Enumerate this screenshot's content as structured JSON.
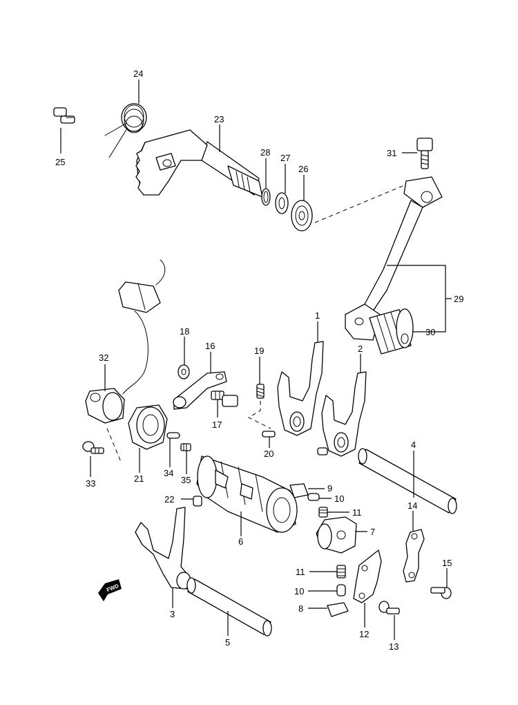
{
  "diagram": {
    "fwd_label": "FWD",
    "callouts": [
      {
        "id": "1",
        "text": "1"
      },
      {
        "id": "2",
        "text": "2"
      },
      {
        "id": "3",
        "text": "3"
      },
      {
        "id": "4",
        "text": "4"
      },
      {
        "id": "5",
        "text": "5"
      },
      {
        "id": "6",
        "text": "6"
      },
      {
        "id": "7",
        "text": "7"
      },
      {
        "id": "8",
        "text": "8"
      },
      {
        "id": "9",
        "text": "9"
      },
      {
        "id": "10a",
        "text": "10"
      },
      {
        "id": "10b",
        "text": "10"
      },
      {
        "id": "11a",
        "text": "11"
      },
      {
        "id": "11b",
        "text": "11"
      },
      {
        "id": "12",
        "text": "12"
      },
      {
        "id": "13",
        "text": "13"
      },
      {
        "id": "14",
        "text": "14"
      },
      {
        "id": "15",
        "text": "15"
      },
      {
        "id": "16",
        "text": "16"
      },
      {
        "id": "17",
        "text": "17"
      },
      {
        "id": "18",
        "text": "18"
      },
      {
        "id": "19",
        "text": "19"
      },
      {
        "id": "20",
        "text": "20"
      },
      {
        "id": "21",
        "text": "21"
      },
      {
        "id": "22",
        "text": "22"
      },
      {
        "id": "23",
        "text": "23"
      },
      {
        "id": "24",
        "text": "24"
      },
      {
        "id": "25",
        "text": "25"
      },
      {
        "id": "26",
        "text": "26"
      },
      {
        "id": "27",
        "text": "27"
      },
      {
        "id": "28",
        "text": "28"
      },
      {
        "id": "29",
        "text": "29"
      },
      {
        "id": "30",
        "text": "30"
      },
      {
        "id": "31",
        "text": "31"
      },
      {
        "id": "32",
        "text": "32"
      },
      {
        "id": "33",
        "text": "33"
      },
      {
        "id": "34",
        "text": "34"
      },
      {
        "id": "35",
        "text": "35"
      }
    ]
  }
}
